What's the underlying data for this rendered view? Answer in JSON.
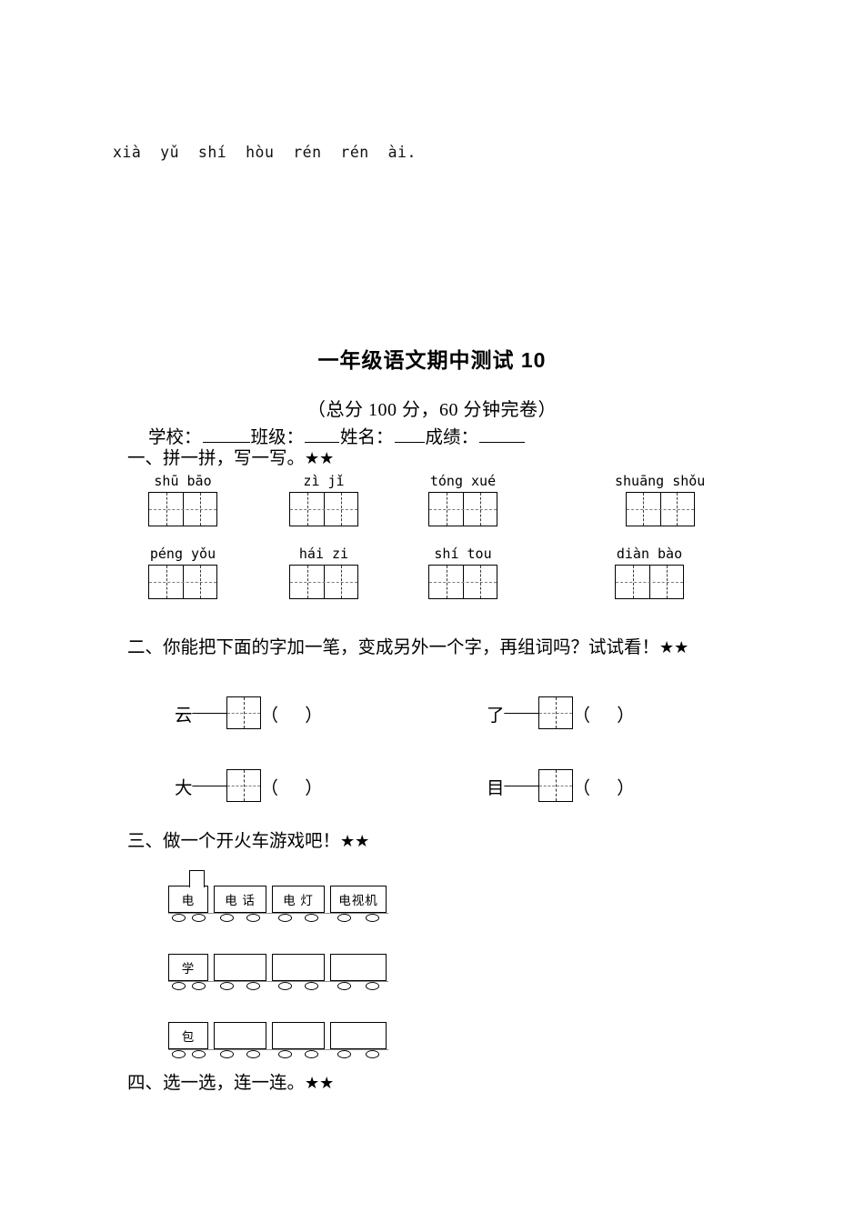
{
  "top_line": {
    "pinyin": "xià  yǔ  shí  hòu  rén  rén  ài."
  },
  "title": "一年级语文期中测试 10",
  "subtitle": "（总分 100 分，60 分钟完卷）",
  "info": {
    "school_label": "学校：",
    "class_label": "班级：",
    "name_label": "姓名：",
    "score_label": "成绩："
  },
  "sections": [
    {
      "id": "one",
      "heading": "一、拼一拼，写一写。",
      "stars": "★★"
    },
    {
      "id": "two",
      "heading": "二、你能把下面的字加一笔，变成另外一个字，再组词吗？试试看！",
      "stars": "★★"
    },
    {
      "id": "three",
      "heading": "三、做一个开火车游戏吧！",
      "stars": "★★"
    },
    {
      "id": "four",
      "heading": "四、选一选，连一连。",
      "stars": "★★"
    }
  ],
  "pinyin_exercises": {
    "row1": [
      {
        "pinyin": "shū bāo",
        "cells": 2
      },
      {
        "pinyin": "zì jǐ",
        "cells": 2
      },
      {
        "pinyin": "tóng xué",
        "cells": 2
      },
      {
        "pinyin": "shuāng shǒu",
        "cells": 2
      }
    ],
    "row2": [
      {
        "pinyin": "péng yǒu",
        "cells": 2
      },
      {
        "pinyin": "hái zi",
        "cells": 2
      },
      {
        "pinyin": "shí tou",
        "cells": 2
      },
      {
        "pinyin": "diàn bào",
        "cells": 2
      }
    ]
  },
  "stroke_exercises": {
    "dash": "——",
    "paren": "（      ）",
    "row1": [
      {
        "char": "云"
      },
      {
        "char": "了"
      }
    ],
    "row2": [
      {
        "char": "大"
      },
      {
        "char": "目"
      }
    ]
  },
  "trains": [
    {
      "has_chimney": true,
      "cars": [
        {
          "text": "电",
          "type": "engine"
        },
        {
          "text": "电 话",
          "type": "wagon"
        },
        {
          "text": "电 灯",
          "type": "wagon"
        },
        {
          "text": "电视机",
          "type": "wagon-wide"
        }
      ]
    },
    {
      "has_chimney": false,
      "cars": [
        {
          "text": "学",
          "type": "engine"
        },
        {
          "text": "",
          "type": "wagon"
        },
        {
          "text": "",
          "type": "wagon"
        },
        {
          "text": "",
          "type": "wagon-wide"
        }
      ]
    },
    {
      "has_chimney": false,
      "cars": [
        {
          "text": "包",
          "type": "engine"
        },
        {
          "text": "",
          "type": "wagon"
        },
        {
          "text": "",
          "type": "wagon"
        },
        {
          "text": "",
          "type": "wagon-wide"
        }
      ]
    }
  ]
}
